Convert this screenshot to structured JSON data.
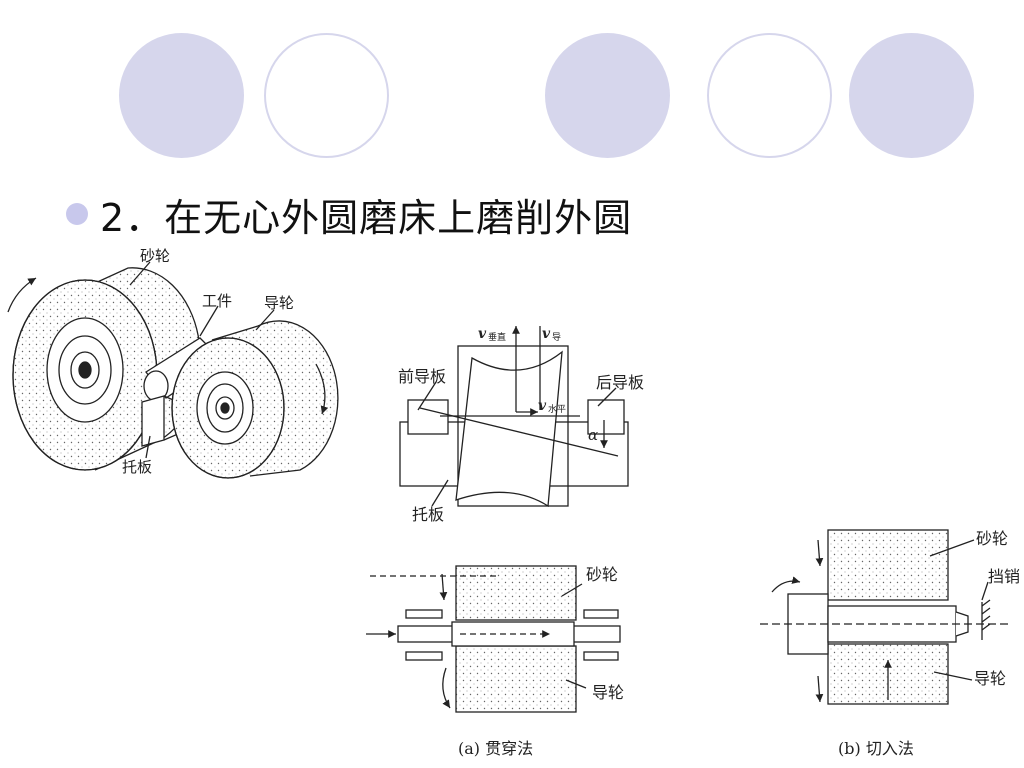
{
  "heading": "2．在无心外圆磨床上磨削外圆",
  "figure1": {
    "grinding_wheel": "砂轮",
    "workpiece": "工件",
    "guide_wheel": "导轮",
    "support_plate": "托板"
  },
  "figure2": {
    "v_vertical": "v",
    "v_vertical_sub": "垂直",
    "v_guide": "v",
    "v_guide_sub": "导",
    "v_horizontal": "v",
    "v_horizontal_sub": "水平",
    "front_guide_plate": "前导板",
    "rear_guide_plate": "后导板",
    "alpha": "α",
    "support_plate": "托板"
  },
  "figure3": {
    "grinding_wheel": "砂轮",
    "guide_wheel": "导轮",
    "caption": "(a) 贯穿法"
  },
  "figure4": {
    "grinding_wheel": "砂轮",
    "stop_pin": "挡销",
    "guide_wheel": "导轮",
    "caption": "(b) 切入法"
  },
  "colors": {
    "deco_fill": "#d6d6ec",
    "bullet": "#c8c8ec",
    "line": "#222222"
  }
}
